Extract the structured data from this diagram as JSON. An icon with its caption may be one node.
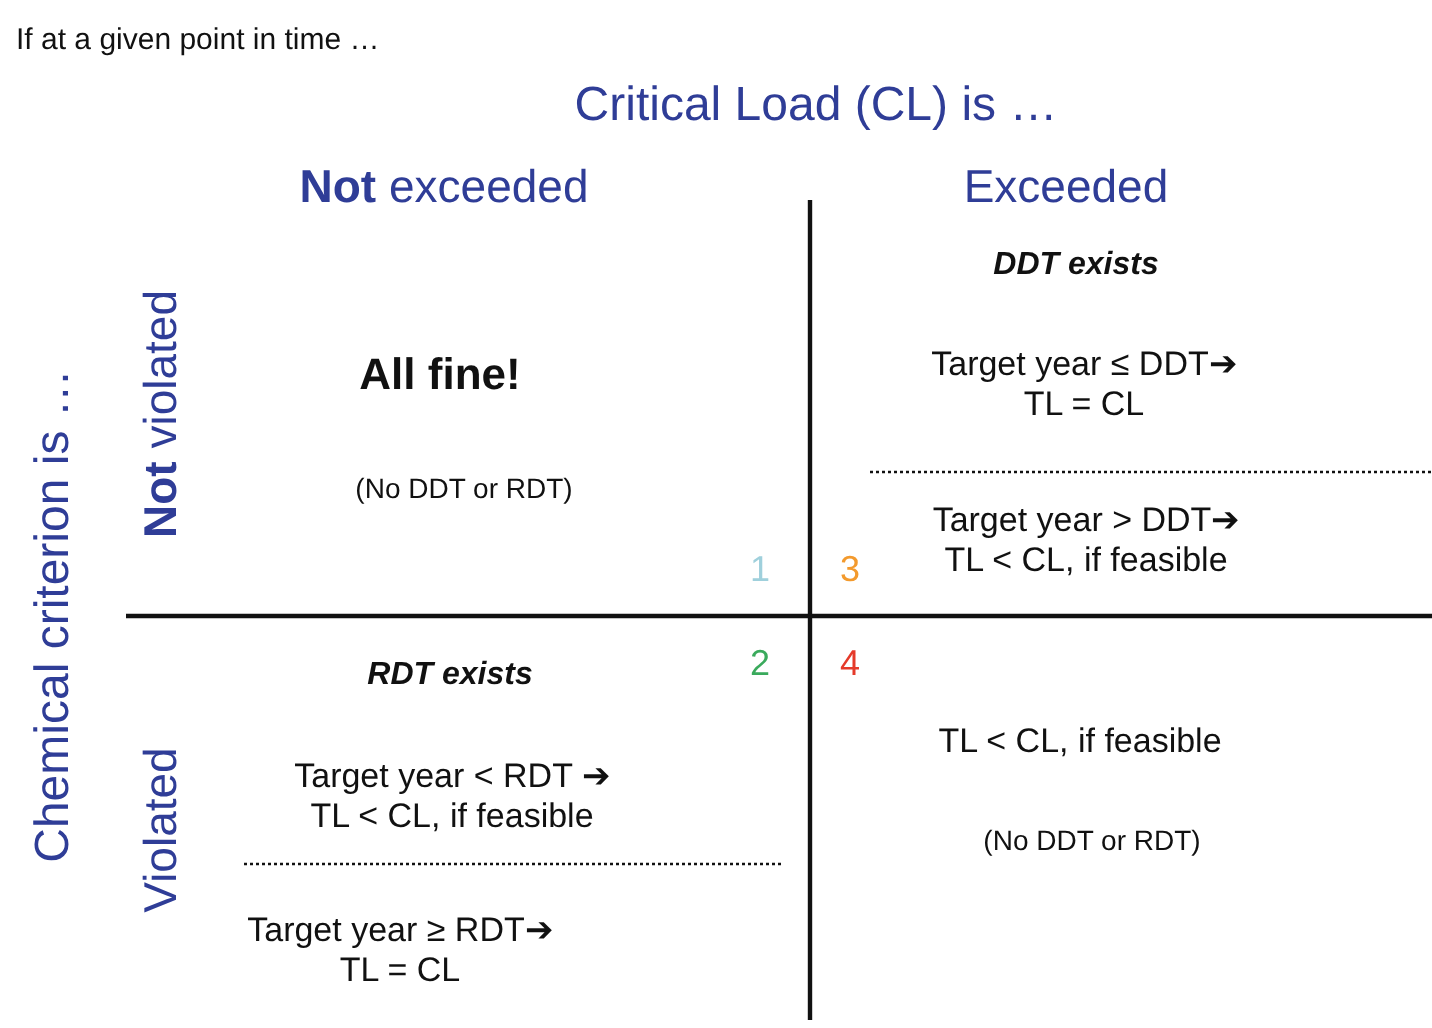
{
  "diagram": {
    "labels": [
      "If at a given point in time …",
      "Critical Load (CL) is …",
      "**Not** exceeded",
      "Exceeded",
      "Chemical criterion is …",
      "**Not** violated",
      "DDT exists",
      "All fine!",
      "Target year ≤ DDT➔ TL = CL",
      "(No DDT or RDT)",
      "Target year > DDT➔ TL < CL, if feasible",
      "1",
      "3",
      "2",
      "4",
      "RDT exists",
      "Violated",
      "TL < CL, if feasible",
      "Target year < RDT ➔ TL < CL, if feasible",
      "(No DDT or RDT)",
      "Target year ≥ RDT➔ TL = CL"
    ]
  }
}
